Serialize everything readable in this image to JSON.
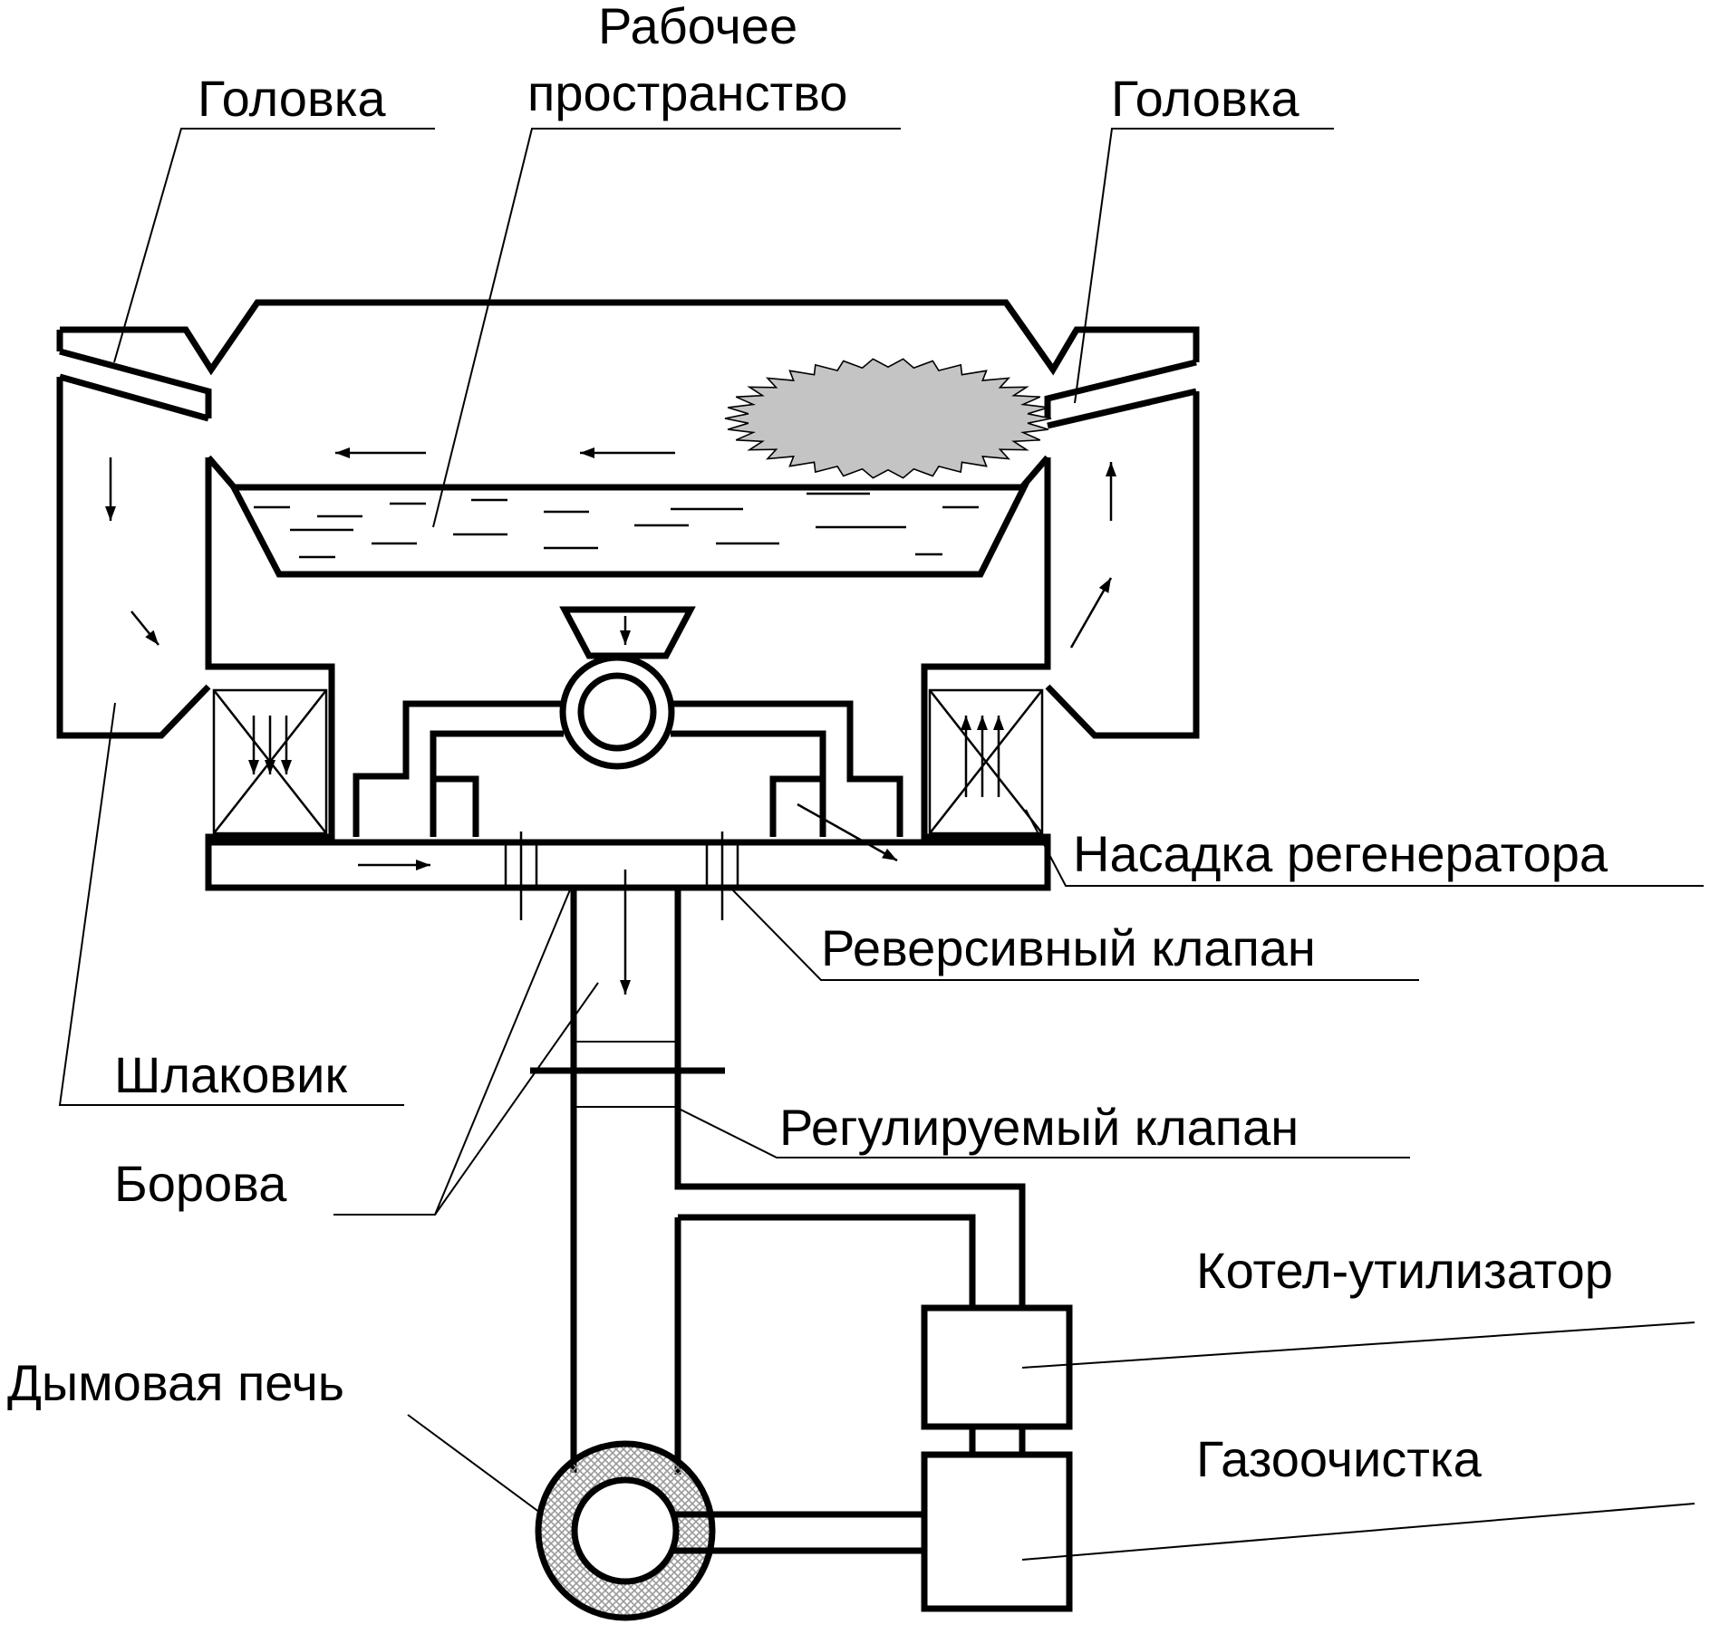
{
  "labels": {
    "head_left": "Головка",
    "work_space_line1": "Рабочее",
    "work_space_line2": "пространство",
    "head_right": "Головка",
    "regenerator": "Насадка регенератора",
    "reversing_valve": "Реверсивный клапан",
    "slag_pocket": "Шлаковик",
    "adjustable_valve": "Регулируемый клапан",
    "flues": "Борова",
    "waste_heat_boiler": "Котел-утилизатор",
    "chimney": "Дымовая печь",
    "gas_cleaning": "Газоочистка"
  },
  "colors": {
    "line": "#000000",
    "flame": "#c4c4c4",
    "chimney_hatch": "#9a9a9a",
    "background": "#ffffff"
  }
}
